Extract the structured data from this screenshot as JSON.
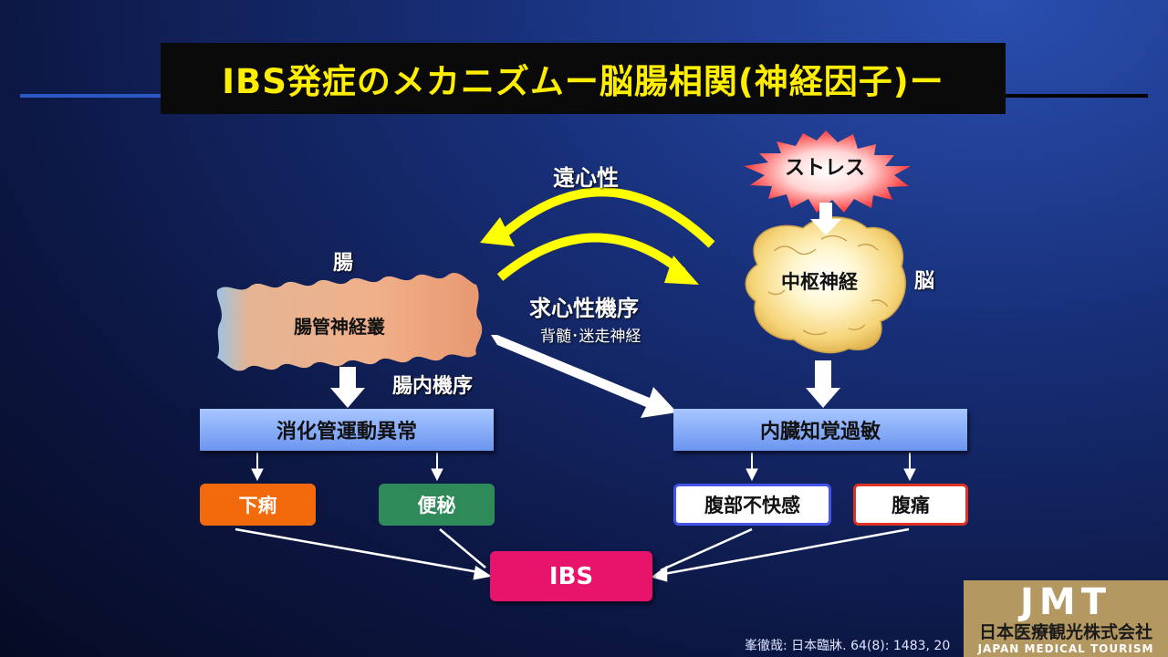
{
  "title": "IBS発症のメカニズムー脳腸相関(神経因子)ー",
  "labels": {
    "efferent": "遠心性",
    "afferent": "求心性機序",
    "afferent_sub": "背髄･迷走神経",
    "intestine": "腸",
    "brain": "脳",
    "intraintestinal": "腸内機序"
  },
  "stress": "ストレス",
  "cns": "中枢神経",
  "enteric_plexus": "腸管神経叢",
  "boxes": {
    "gi_motility": "消化管運動異常",
    "visceral_hypersensitivity": "内臓知覚過敏",
    "diarrhea": "下痢",
    "constipation": "便秘",
    "abdominal_discomfort": "腹部不快感",
    "abdominal_pain": "腹痛",
    "ibs": "IBS"
  },
  "citation": "峯徹哉: 日本臨牀. 64(8): 1483, 20",
  "logo": {
    "mark": "JMT",
    "company": "日本医療観光株式会社",
    "english": "JAPAN MEDICAL TOURISM"
  },
  "colors": {
    "title_text": "#ffee00",
    "curved_arrows": "#ffff00",
    "diarrhea": "#f26a0c",
    "constipation": "#2f8a5a",
    "discomfort_border": "#4455ee",
    "pain_border": "#dd3322",
    "ibs": "#e8136a",
    "logo_bg": "#b49862"
  }
}
